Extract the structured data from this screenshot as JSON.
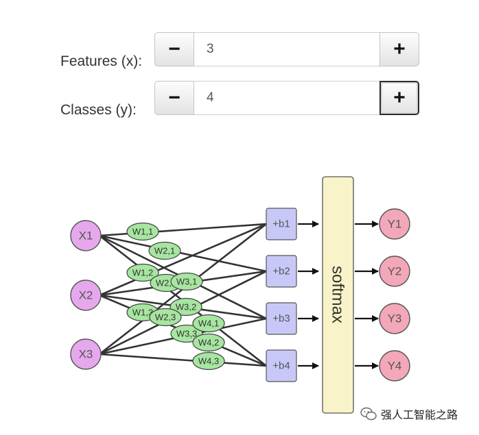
{
  "features": {
    "label": "Features (x):",
    "value": "3",
    "minus": "−",
    "plus": "+"
  },
  "classes": {
    "label": "Classes (y):",
    "value": "4",
    "minus": "−",
    "plus": "+"
  },
  "network": {
    "inputs": [
      "X1",
      "X2",
      "X3"
    ],
    "weights": [
      "W1,1",
      "W2,1",
      "W1,2",
      "W2,2",
      "W3,1",
      "W3,2",
      "W1,3",
      "W2,3",
      "W3,3",
      "W4,1",
      "W4,2",
      "W4,3"
    ],
    "biases": [
      "+b1",
      "+b2",
      "+b3",
      "+b4"
    ],
    "softmax_label": "softmax",
    "outputs": [
      "Y1",
      "Y2",
      "Y3",
      "Y4"
    ],
    "colors": {
      "input_fill": "#e6a8ec",
      "weight_fill": "#a7e6a0",
      "bias_fill": "#c8c8f8",
      "softmax_fill": "#f8f3c8",
      "output_fill": "#f2a8b8",
      "line": "#333333"
    }
  },
  "watermark": {
    "text": "强人工智能之路",
    "icon": "wechat-icon"
  }
}
